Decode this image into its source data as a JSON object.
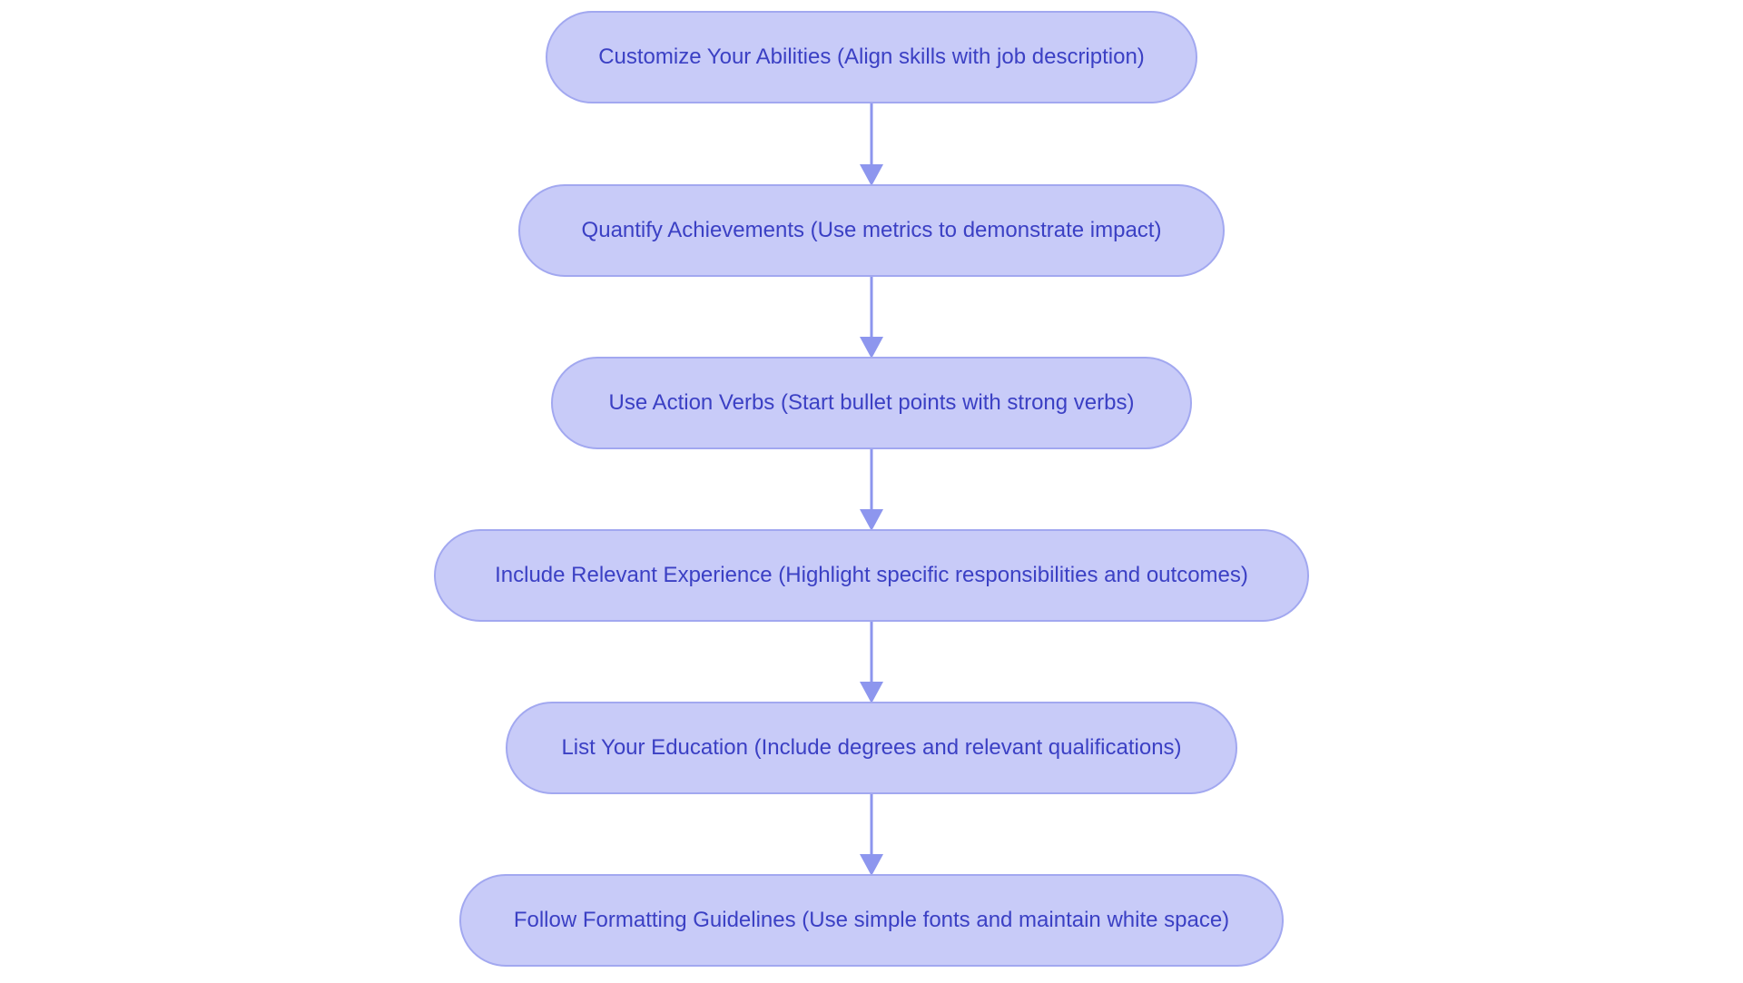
{
  "diagram": {
    "type": "flowchart-vertical",
    "colors": {
      "background": "#ffffff",
      "node_fill": "#c8cbf8",
      "node_border": "#a2a8f0",
      "node_text": "#3b40c4",
      "arrow": "#8d96ee"
    },
    "nodes": [
      {
        "label": "Customize Your Abilities (Align skills with job description)"
      },
      {
        "label": "Quantify Achievements (Use metrics to demonstrate impact)"
      },
      {
        "label": "Use Action Verbs (Start bullet points with strong verbs)"
      },
      {
        "label": "Include Relevant Experience (Highlight specific responsibilities and outcomes)"
      },
      {
        "label": "List Your Education (Include degrees and relevant qualifications)"
      },
      {
        "label": "Follow Formatting Guidelines (Use simple fonts and maintain white space)"
      }
    ],
    "connections": [
      {
        "from": 0,
        "to": 1
      },
      {
        "from": 1,
        "to": 2
      },
      {
        "from": 2,
        "to": 3
      },
      {
        "from": 3,
        "to": 4
      },
      {
        "from": 4,
        "to": 5
      }
    ]
  }
}
